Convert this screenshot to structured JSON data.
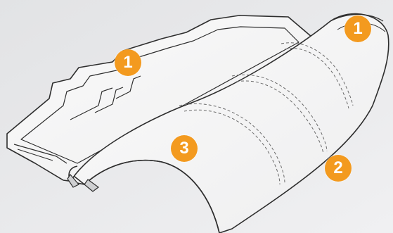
{
  "colors": {
    "background": "#e9eaec",
    "tile_fill": "#f7f7f8",
    "tile_stroke": "#2e2e2e",
    "badge": "#f39a1f",
    "badge_text": "#ffffff"
  },
  "callouts": [
    {
      "label": "1"
    },
    {
      "label": "1"
    },
    {
      "label": "2"
    },
    {
      "label": "3"
    }
  ]
}
